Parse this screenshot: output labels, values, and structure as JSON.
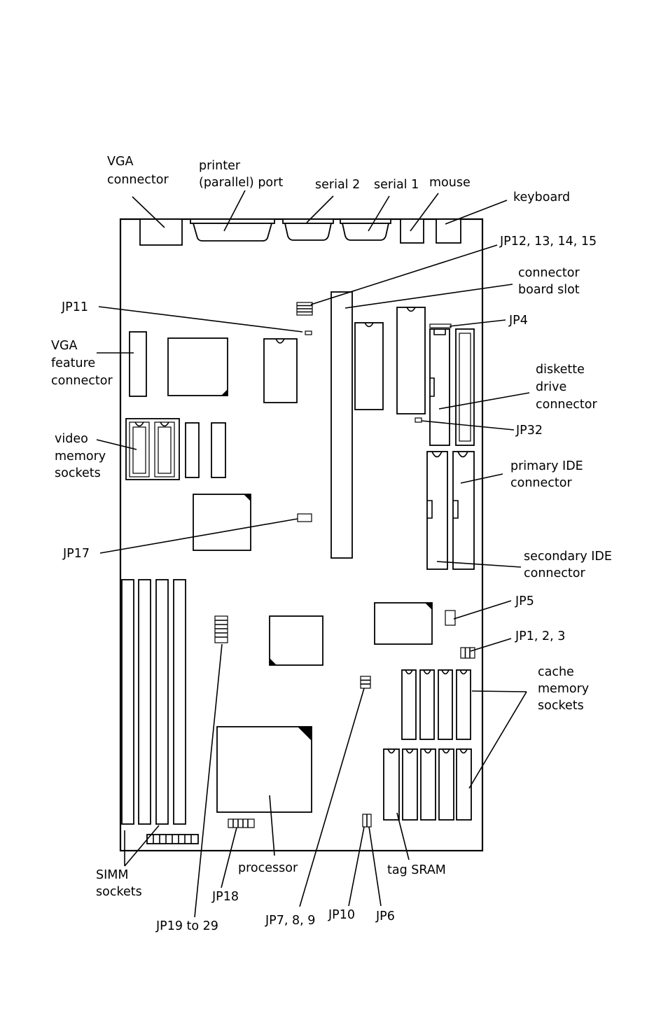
{
  "labels": {
    "vga_connector": [
      "VGA",
      "connector"
    ],
    "printer_port": [
      "printer",
      "(parallel) port"
    ],
    "serial2": "serial 2",
    "serial1": "serial 1",
    "mouse": "mouse",
    "keyboard": "keyboard",
    "jp12_15": "JP12, 13, 14, 15",
    "connector_board_slot": [
      "connector",
      "board slot"
    ],
    "jp11": "JP11",
    "jp4": "JP4",
    "vga_feature": [
      "VGA",
      "feature",
      "connector"
    ],
    "diskette": [
      "diskette",
      "drive",
      "connector"
    ],
    "jp32": "JP32",
    "video_memory": [
      "video",
      "memory",
      "sockets"
    ],
    "primary_ide": [
      "primary IDE",
      "connector"
    ],
    "jp17": "JP17",
    "secondary_ide": [
      "secondary IDE",
      "connector"
    ],
    "jp5": "JP5",
    "jp1_3": "JP1, 2, 3",
    "cache_memory": [
      "cache",
      "memory",
      "sockets"
    ],
    "simm": [
      "SIMM",
      "sockets"
    ],
    "processor": "processor",
    "tag_sram": "tag SRAM",
    "jp18": "JP18",
    "jp19_29": "JP19 to 29",
    "jp7_9": "JP7, 8, 9",
    "jp10": "JP10",
    "jp6": "JP6"
  }
}
